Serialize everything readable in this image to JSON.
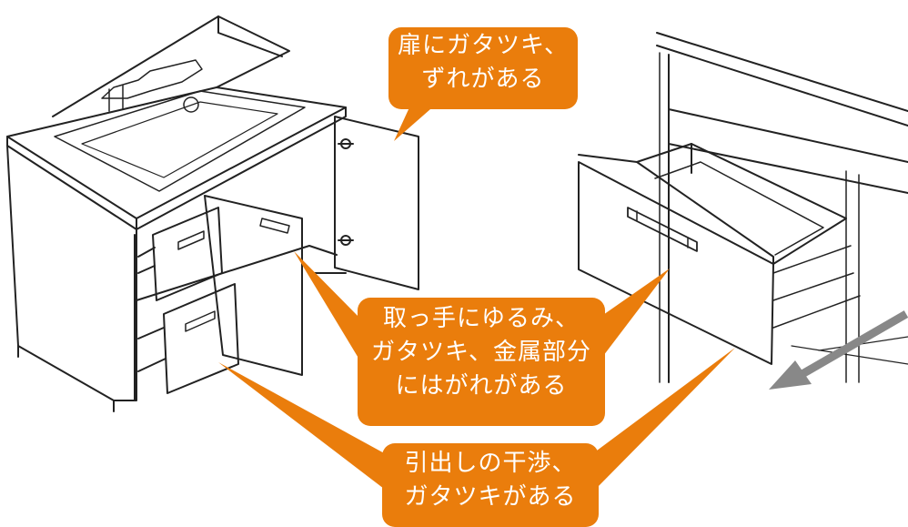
{
  "callouts": [
    {
      "id": "door",
      "lines": [
        "扉にガタツキ、",
        "ずれがある"
      ]
    },
    {
      "id": "handle",
      "lines": [
        "取っ手にゆるみ、",
        "ガタツキ、金属部分",
        "にはがれがある"
      ]
    },
    {
      "id": "drawer",
      "lines": [
        "引出しの干渉、",
        "ガタツキがある"
      ]
    }
  ],
  "colors": {
    "callout_bg": "#ea7d0c",
    "callout_text": "#ffffff",
    "line_art": "#222222"
  }
}
